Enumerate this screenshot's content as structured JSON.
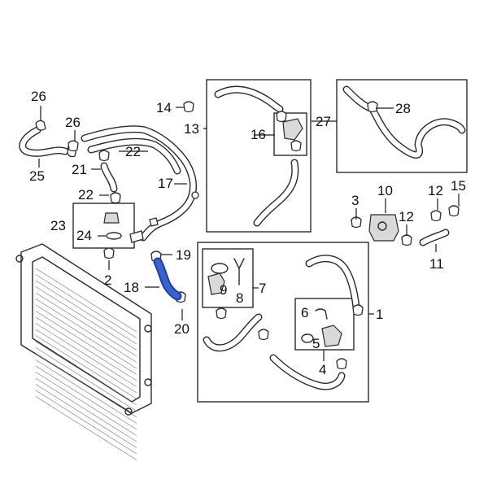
{
  "labels": {
    "l1": "1",
    "l2": "2",
    "l3": "3",
    "l4": "4",
    "l5": "5",
    "l6": "6",
    "l7": "7",
    "l8": "8",
    "l9": "9",
    "l10": "10",
    "l11": "11",
    "l12a": "12",
    "l12b": "12",
    "l13": "13",
    "l14": "14",
    "l15": "15",
    "l16": "16",
    "l17": "17",
    "l18": "18",
    "l19": "19",
    "l20": "20",
    "l21": "21",
    "l22a": "22",
    "l22b": "22",
    "l23": "23",
    "l24": "24",
    "l25": "25",
    "l26a": "26",
    "l26b": "26",
    "l27": "27",
    "l28": "28"
  },
  "colors": {
    "highlight_fill": "#3a63cf",
    "highlight_stroke": "#1f3f9e",
    "line": "#2a2a2a"
  }
}
